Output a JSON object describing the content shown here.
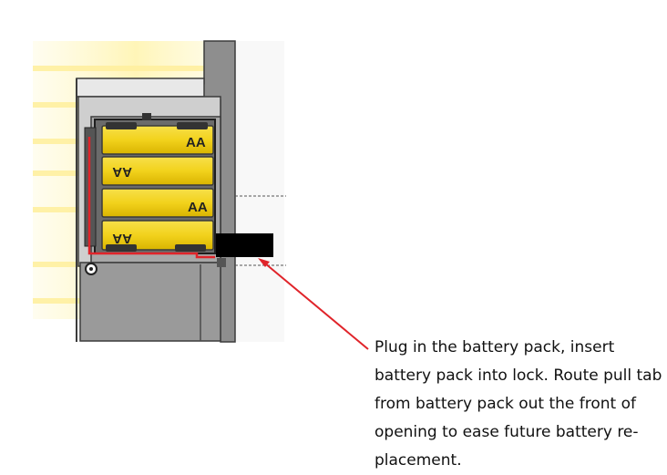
{
  "callout": {
    "text_lines": [
      "Plug in the battery pack, insert",
      "battery pack into lock. Route pull tab",
      "from battery pack out the front of",
      "opening to ease future battery re-",
      "placement."
    ],
    "arrow_color": "#e0242a"
  },
  "batteries": [
    {
      "label": "AA",
      "orientation": "upright",
      "label_side": "right"
    },
    {
      "label": "AA",
      "orientation": "flipped",
      "label_side": "left"
    },
    {
      "label": "AA",
      "orientation": "upright",
      "label_side": "right"
    },
    {
      "label": "AA",
      "orientation": "flipped",
      "label_side": "left"
    }
  ],
  "colors": {
    "battery_fill": "#f2d21c",
    "housing_gray": "#8e8e8e",
    "housing_dark": "#3c3c3c",
    "wire_red": "#e0242a",
    "redaction_box": "#000000",
    "background_glow": "#fff7c2"
  }
}
